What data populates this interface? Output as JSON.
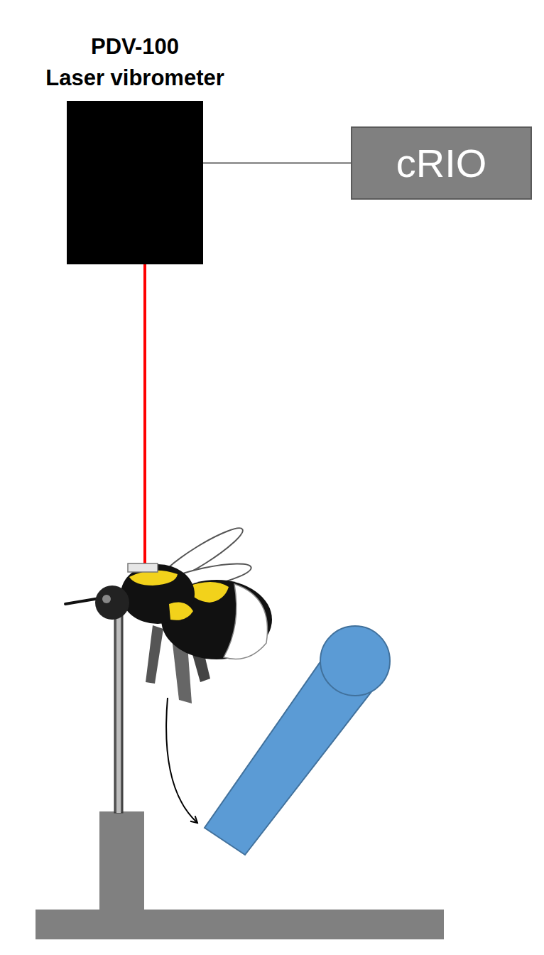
{
  "diagram": {
    "nodes": [
      {
        "text": [
          "PDV-100 Laser vibrometer"
        ]
      },
      {
        "text": [
          "cRIO"
        ]
      }
    ],
    "edges": [
      {
        "from": 0,
        "to": 1,
        "arrow": "none"
      }
    ]
  }
}
